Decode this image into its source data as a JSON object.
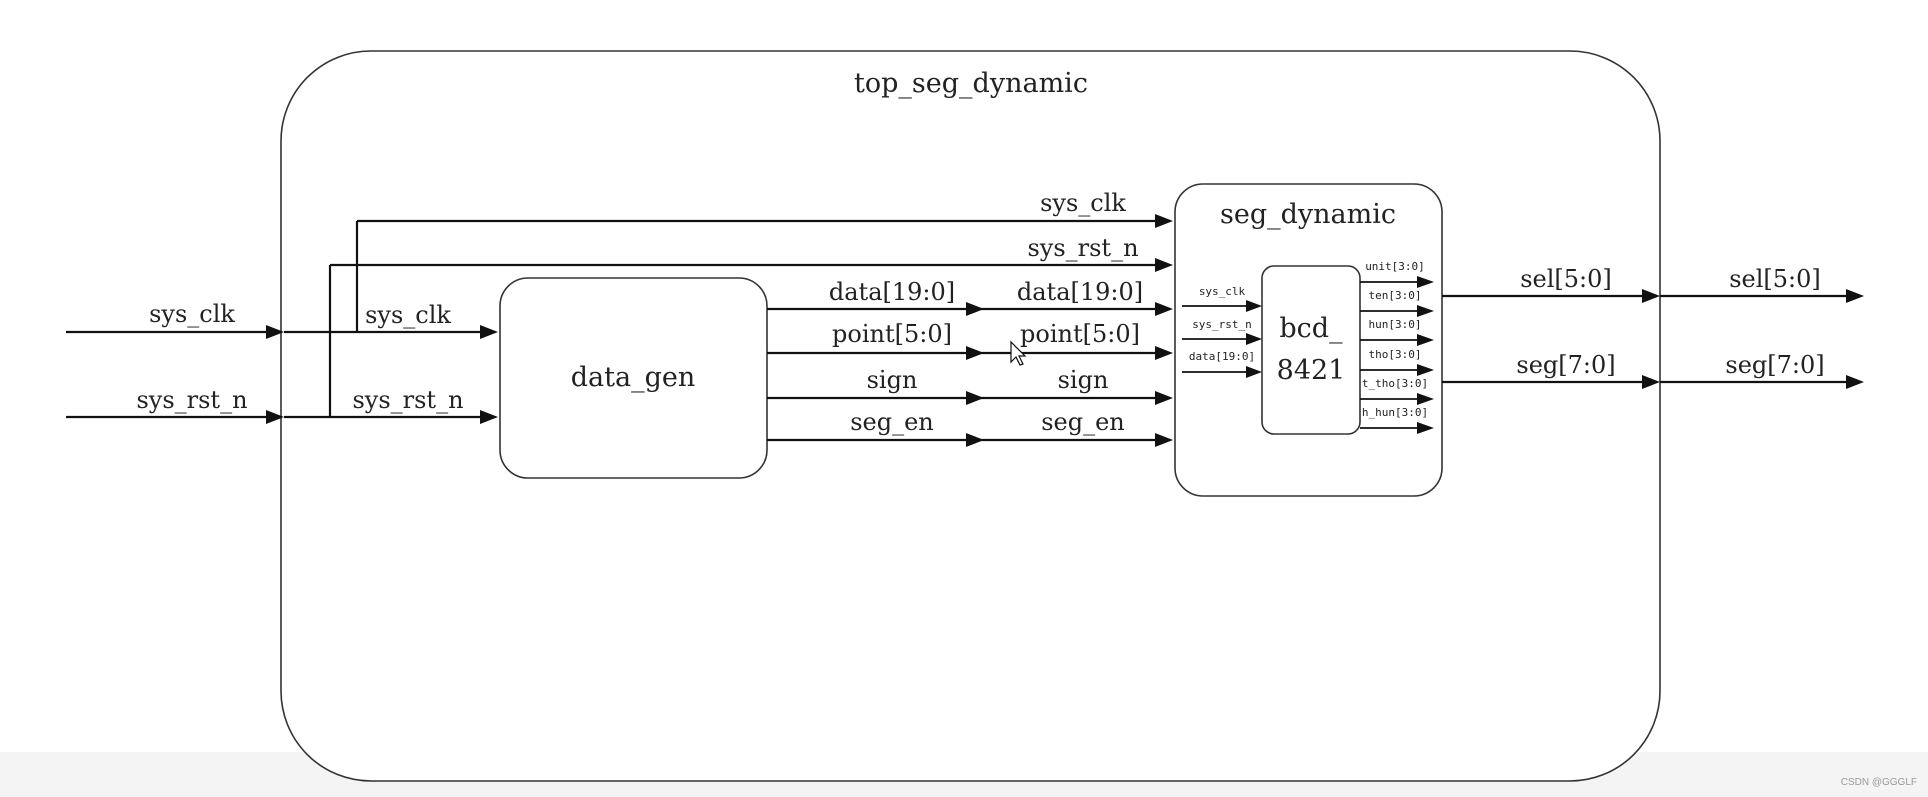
{
  "top_module": {
    "title": "top_seg_dynamic"
  },
  "inputs": {
    "clk": "sys_clk",
    "rst": "sys_rst_n"
  },
  "data_gen": {
    "title": "data_gen",
    "in_clk": "sys_clk",
    "in_rst": "sys_rst_n",
    "out_data": "data[19:0]",
    "out_point": "point[5:0]",
    "out_sign": "sign",
    "out_seg_en": "seg_en"
  },
  "seg_dynamic": {
    "title": "seg_dynamic",
    "in_clk": "sys_clk",
    "in_rst": "sys_rst_n",
    "in_data": "data[19:0]",
    "in_point": "point[5:0]",
    "in_sign": "sign",
    "in_seg_en": "seg_en",
    "out_sel": "sel[5:0]",
    "out_seg": "seg[7:0]"
  },
  "bcd": {
    "title_line1": "bcd_",
    "title_line2": "8421",
    "in_clk": "sys_clk",
    "in_rst": "sys_rst_n",
    "in_data": "data[19:0]",
    "outs": [
      "unit[3:0]",
      "ten[3:0]",
      "hun[3:0]",
      "tho[3:0]",
      "t_tho[3:0]",
      "h_hun[3:0]"
    ]
  },
  "outputs": {
    "sel": "sel[5:0]",
    "seg": "seg[7:0]"
  },
  "watermark": "CSDN @GGGLF"
}
